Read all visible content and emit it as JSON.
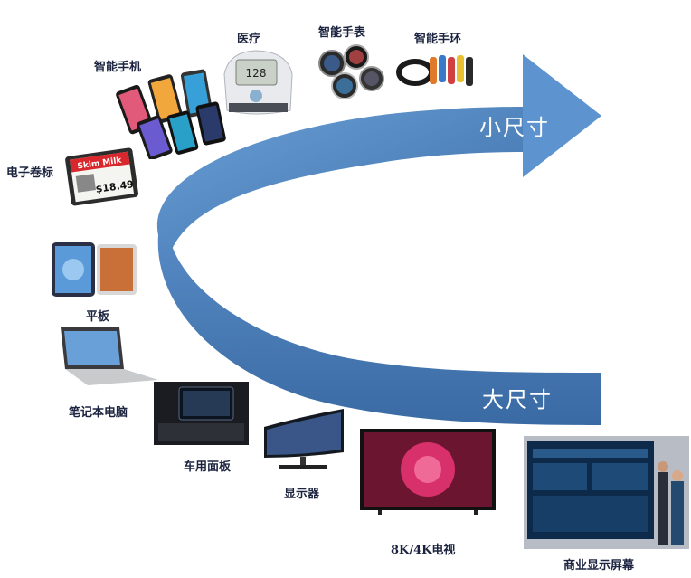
{
  "colors": {
    "arrow_dark": "#3d6fa8",
    "arrow_light": "#6a9fd6",
    "label": "#1c2440"
  },
  "arrow_labels": {
    "small": "小尺寸",
    "large": "大尺寸"
  },
  "devices": {
    "smartphone": "智能手机",
    "medical": "医疗",
    "smartwatch": "智能手表",
    "smartband": "智能手环",
    "e_tag": "电子卷标",
    "tablet": "平板",
    "laptop": "笔记本电脑",
    "car_panel": "车用面板",
    "monitor": "显示器",
    "tv": "8K/4K电视",
    "commercial": "商业显示屏幕"
  },
  "inset_text": {
    "etag_title": "Skim Milk",
    "etag_price": "$18.49",
    "bp_reading": "128"
  }
}
